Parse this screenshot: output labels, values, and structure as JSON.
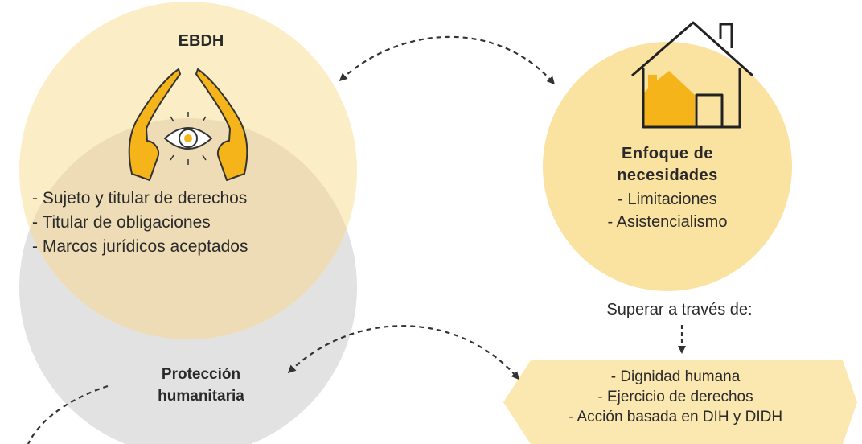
{
  "ebdh": {
    "title": "EBDH",
    "items": [
      "- Sujeto y titular de derechos",
      "- Titular de obligaciones",
      "- Marcos jurídicos aceptados"
    ]
  },
  "needs": {
    "title_line1": "Enfoque de",
    "title_line2": "necesidades",
    "items": [
      "- Limitaciones",
      "- Asistencialismo"
    ]
  },
  "overcome_label": "Superar a través de:",
  "protection": {
    "title_line1": "Protección",
    "title_line2": "humanitaria"
  },
  "principles": {
    "items": [
      "- Dignidad humana",
      "- Ejercicio de derechos",
      "- Acción basada en DIH y DIDH"
    ]
  },
  "colors": {
    "ebdh_circle": "#fbedc6",
    "protection_circle": "#e3e2e2",
    "overlap": "#eedcb6",
    "needs_circle": "#fae3a1",
    "hexagon": "#fbe7b0",
    "icon_accent": "#f4b41a",
    "icon_outline": "#333333",
    "arrow": "#333333"
  },
  "icons": [
    "hands-eye-icon",
    "house-icon"
  ]
}
